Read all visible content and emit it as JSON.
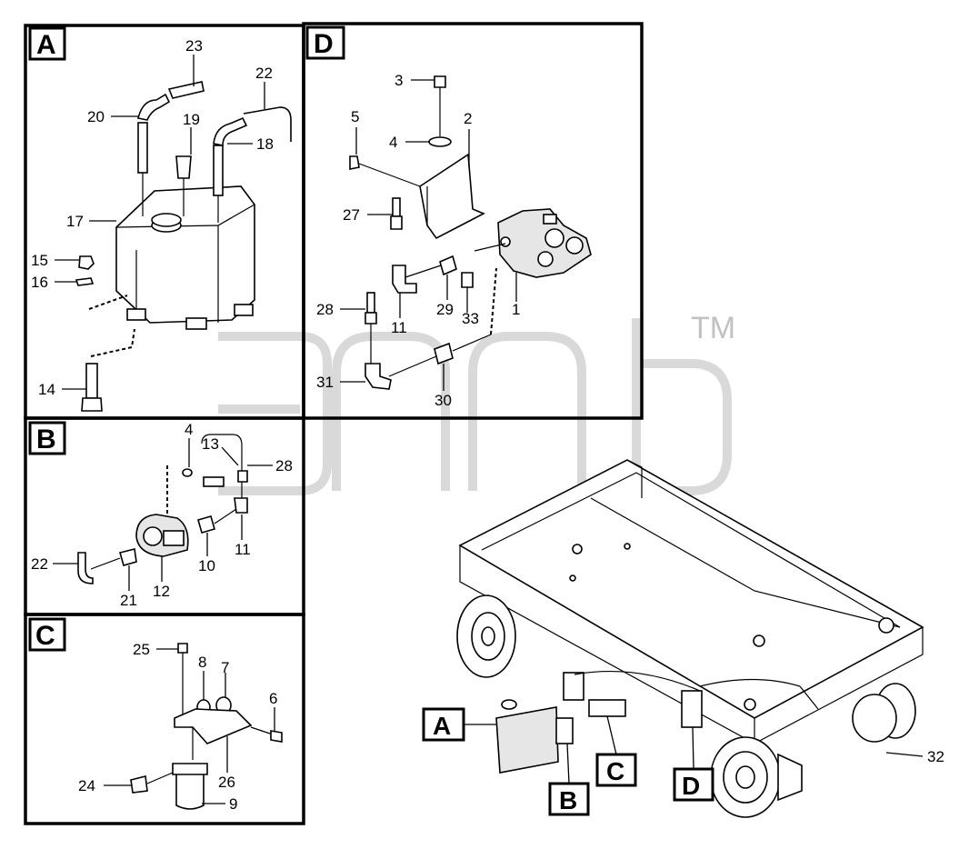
{
  "panels": {
    "A": {
      "tag": "A",
      "parts": [
        {
          "key": "p23",
          "label": "23"
        },
        {
          "key": "p22",
          "label": "22"
        },
        {
          "key": "p20",
          "label": "20"
        },
        {
          "key": "p19",
          "label": "19"
        },
        {
          "key": "p18",
          "label": "18"
        },
        {
          "key": "p17",
          "label": "17"
        },
        {
          "key": "p15",
          "label": "15"
        },
        {
          "key": "p16",
          "label": "16"
        },
        {
          "key": "p14",
          "label": "14"
        }
      ]
    },
    "B": {
      "tag": "B",
      "parts": [
        {
          "key": "p4",
          "label": "4"
        },
        {
          "key": "p13",
          "label": "13"
        },
        {
          "key": "p28",
          "label": "28"
        },
        {
          "key": "p11",
          "label": "11"
        },
        {
          "key": "p22",
          "label": "22"
        },
        {
          "key": "p10",
          "label": "10"
        },
        {
          "key": "p21",
          "label": "21"
        },
        {
          "key": "p12",
          "label": "12"
        }
      ]
    },
    "C": {
      "tag": "C",
      "parts": [
        {
          "key": "p25",
          "label": "25"
        },
        {
          "key": "p8",
          "label": "8"
        },
        {
          "key": "p7",
          "label": "7"
        },
        {
          "key": "p6",
          "label": "6"
        },
        {
          "key": "p24",
          "label": "24"
        },
        {
          "key": "p26",
          "label": "26"
        },
        {
          "key": "p9",
          "label": "9"
        }
      ]
    },
    "D": {
      "tag": "D",
      "parts": [
        {
          "key": "p3",
          "label": "3"
        },
        {
          "key": "p5",
          "label": "5"
        },
        {
          "key": "p2",
          "label": "2"
        },
        {
          "key": "p4",
          "label": "4"
        },
        {
          "key": "p27",
          "label": "27"
        },
        {
          "key": "p28",
          "label": "28"
        },
        {
          "key": "p29",
          "label": "29"
        },
        {
          "key": "p33",
          "label": "33"
        },
        {
          "key": "p1",
          "label": "1"
        },
        {
          "key": "p11",
          "label": "11"
        },
        {
          "key": "p31",
          "label": "31"
        },
        {
          "key": "p30",
          "label": "30"
        }
      ]
    }
  },
  "overview": {
    "callouts": [
      "A",
      "B",
      "C",
      "D"
    ],
    "chassis_label": "32"
  },
  "watermark": {
    "text": "TM"
  }
}
